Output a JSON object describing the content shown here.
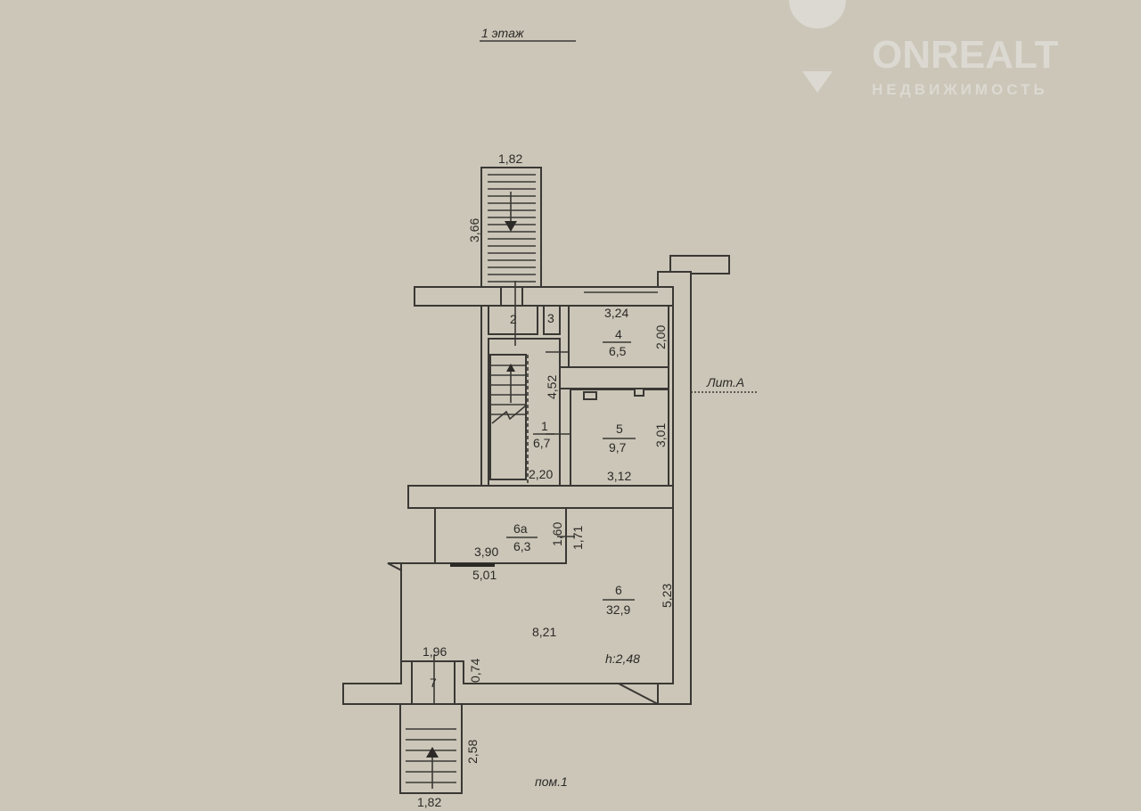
{
  "title": "1 этаж",
  "footer_label": "пом.1",
  "lit_label": "Лит.А",
  "ceiling_height": "h:2,48",
  "watermark": {
    "brand": "ONREALT",
    "subtitle": "НЕДВИЖИМОСТЬ"
  },
  "rooms": {
    "r1": {
      "number": "1",
      "area": "6,7"
    },
    "r2": {
      "number": "2"
    },
    "r3": {
      "number": "3"
    },
    "r4": {
      "number": "4",
      "area": "6,5"
    },
    "r5": {
      "number": "5",
      "area": "9,7"
    },
    "r6a": {
      "number": "6а",
      "area": "6,3"
    },
    "r6": {
      "number": "6",
      "area": "32,9"
    },
    "r7": {
      "number": "7"
    }
  },
  "dimensions": {
    "top_stair_width": "1,82",
    "top_stair_length": "3,66",
    "r4_width": "3,24",
    "r4_depth": "2,00",
    "r1_length": "4,52",
    "r1_width": "2,20",
    "r5_depth": "3,01",
    "r5_width": "3,12",
    "r6a_depth": "1,60",
    "r6a_side": "1,71",
    "r6a_width": "3,90",
    "r6_inner": "5,01",
    "r6_depth": "5,23",
    "r6_length": "8,21",
    "r7_width": "1,96",
    "r6_step": "0,74",
    "bottom_stair_length": "2,58",
    "bottom_stair_width": "1,82"
  }
}
